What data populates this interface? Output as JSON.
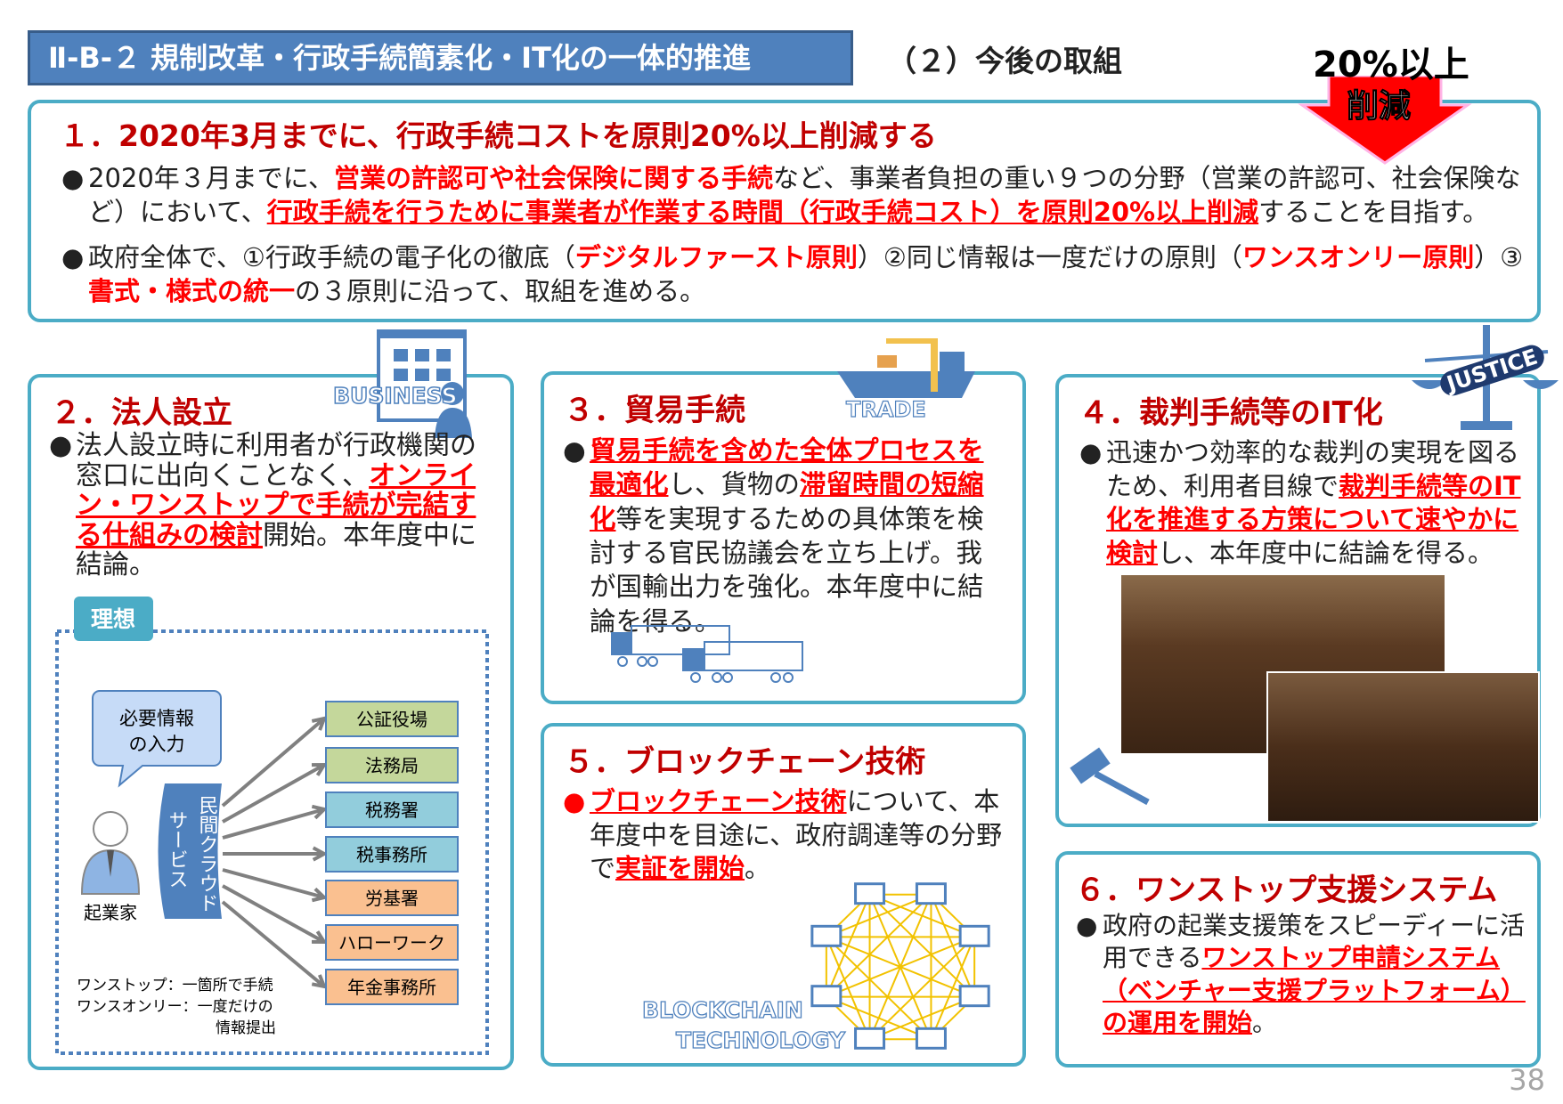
{
  "header": {
    "title": "Ⅱ-B-２ 規制改革・行政手続簡素化・IT化の一体的推進",
    "subtitle": "（２）今後の取組"
  },
  "badge": {
    "line1": "20%以上",
    "line2": "削減"
  },
  "section1": {
    "title": "１．2020年3月までに、行政手続コストを原則20%以上削減する",
    "bullet1": [
      "2020年３月までに、",
      "営業の許認可や社会保険に関する手続",
      "など、事業者負担の重い９つの分野（営業の許認可、社会保険など）において、",
      "行政手続を行うために事業者が作業する時間（行政手続コスト）を原則20%以上削減",
      "することを目指す。"
    ],
    "bullet2": [
      "政府全体で、①行政手続の電子化の徹底（",
      "デジタルファースト原則",
      "）②同じ情報は一度だけの原則（",
      "ワンスオンリー原則",
      "）③",
      "書式・様式の統一",
      "の３原則に沿って、取組を進める。"
    ]
  },
  "section2": {
    "title": "２．法人設立",
    "icon_label": "BUSINESS",
    "bullet": [
      "法人設立時に利用者が行政機関の窓口に出向くことなく、",
      "オンライン・ワンストップで手続が完結する仕組みの検討",
      "開始。本年度中に結論。"
    ],
    "diagram": {
      "ideal_label": "理想",
      "bubble": [
        "必要情報",
        "の入力"
      ],
      "person": "起業家",
      "cloud": [
        "民間クラウド",
        "サービス"
      ],
      "offices": [
        {
          "label": "公証役場",
          "color": "#c4d79b"
        },
        {
          "label": "法務局",
          "color": "#c4d79b"
        },
        {
          "label": "税務署",
          "color": "#92cddc"
        },
        {
          "label": "税事務所",
          "color": "#92cddc"
        },
        {
          "label": "労基署",
          "color": "#fac090"
        },
        {
          "label": "ハローワーク",
          "color": "#fac090"
        },
        {
          "label": "年金事務所",
          "color": "#fac090"
        }
      ],
      "notes": [
        "ワンストップ：一箇所で手続",
        "ワンスオンリー：一度だけの",
        "情報提出"
      ]
    }
  },
  "section3": {
    "title": "３．貿易手続",
    "icon_label": "TRADE",
    "bullet": [
      "貿易手続を含めた全体プロセスを最適化",
      "し、貨物の",
      "滞留時間の短縮化",
      "等を実現するための具体策を検討する官民協議会を立ち上げ。我が国輸出力を強化。本年度中に結論を得る。"
    ]
  },
  "section4": {
    "title": "４．裁判手続等のIT化",
    "icon_label": "JUSTICE",
    "bullet": [
      "迅速かつ効率的な裁判の実現を図るため、利用者目線で",
      "裁判手続等のIT化を推進する方策について速やかに検討",
      "し、本年度中に結論を得る。"
    ]
  },
  "section5": {
    "title": "５．ブロックチェーン技術",
    "icon_label": [
      "BLOCKCHAIN",
      "TECHNOLOGY"
    ],
    "bullet": [
      "ブロックチェーン技術",
      "について、本年度中を目途に、政府調達等の分野で",
      "実証を開始",
      "。"
    ]
  },
  "section6": {
    "title": "６．ワンストップ支援システム",
    "bullet": [
      "政府の起業支援策をスピーディーに活用できる",
      "ワンストップ申請システム（ベンチャー支援プラットフォーム）の運用を開始",
      "。"
    ]
  },
  "page_number": "38",
  "colors": {
    "accent": "#4bacc6",
    "header": "#4f81bd",
    "red": "#ff0000",
    "title_red": "#c00000"
  }
}
